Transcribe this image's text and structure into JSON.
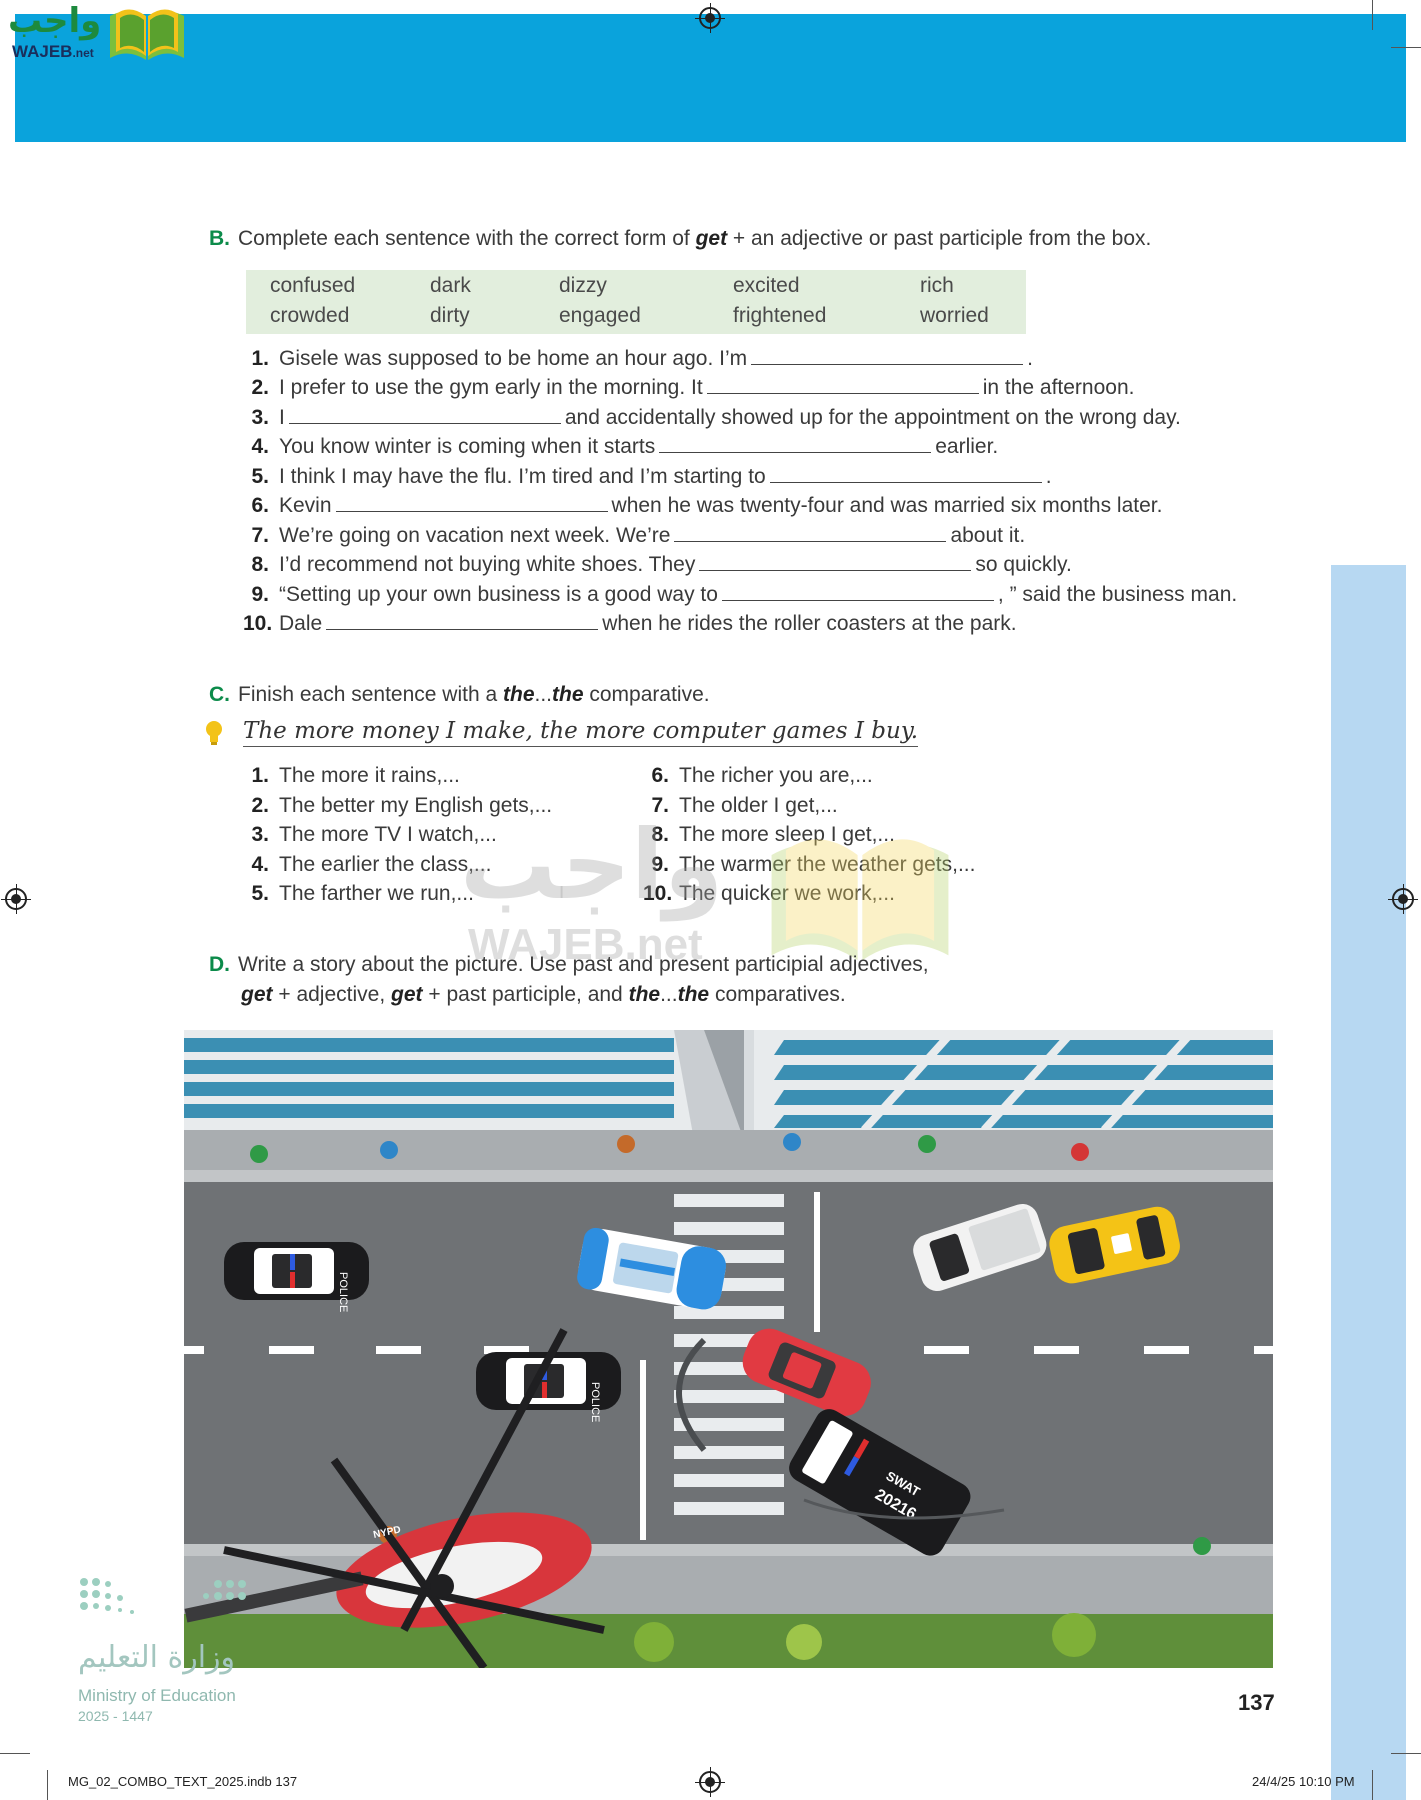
{
  "header": {
    "logo_arabic": "واجب",
    "logo_latin": "WAJEB",
    "logo_suffix": ".net"
  },
  "exercise_b": {
    "letter": "B.",
    "instruction_pre": "Complete each sentence with the correct form of",
    "instruction_kw": "get",
    "instruction_post": "+ an adjective or past participle from the box.",
    "words": [
      "confused",
      "crowded",
      "dark",
      "dirty",
      "dizzy",
      "engaged",
      "excited",
      "frightened",
      "rich",
      "worried"
    ],
    "items": [
      {
        "n": "1.",
        "a": "Gisele was supposed to be home an hour ago. I’m",
        "b": "."
      },
      {
        "n": "2.",
        "a": "I prefer to use the gym early in the morning. It",
        "b": "in the afternoon."
      },
      {
        "n": "3.",
        "a": "I",
        "b": "and accidentally showed up for the appointment on the wrong day."
      },
      {
        "n": "4.",
        "a": "You know winter is coming when it starts",
        "b": "earlier."
      },
      {
        "n": "5.",
        "a": "I think I may have the flu. I’m tired and I’m starting to",
        "b": "."
      },
      {
        "n": "6.",
        "a": "Kevin",
        "b": "when he was twenty-four and was married six months later."
      },
      {
        "n": "7.",
        "a": "We’re going on vacation next week. We’re",
        "b": "about it."
      },
      {
        "n": "8.",
        "a": "I’d recommend not buying white shoes. They",
        "b": "so quickly."
      },
      {
        "n": "9.",
        "a": "“Setting up your own business is a good way to",
        "b": ", ” said the business man."
      },
      {
        "n": "10.",
        "a": "Dale",
        "b": "when he rides the roller coasters at the park."
      }
    ]
  },
  "exercise_c": {
    "letter": "C.",
    "instruction_pre": "Finish each sentence with a",
    "kw1": "the",
    "ellipsis": "...",
    "kw2": "the",
    "instruction_post": "comparative.",
    "example": "The more money I make, the more computer games I buy.",
    "left": [
      {
        "n": "1.",
        "t": "The more it rains,..."
      },
      {
        "n": "2.",
        "t": "The better my English gets,..."
      },
      {
        "n": "3.",
        "t": "The more TV I watch,..."
      },
      {
        "n": "4.",
        "t": "The earlier the class,..."
      },
      {
        "n": "5.",
        "t": "The farther we run,..."
      }
    ],
    "right": [
      {
        "n": "6.",
        "t": "The richer you are,..."
      },
      {
        "n": "7.",
        "t": "The older I get,..."
      },
      {
        "n": "8.",
        "t": "The more sleep I get,..."
      },
      {
        "n": "9.",
        "t": "The warmer the weather gets,..."
      },
      {
        "n": "10.",
        "t": "The quicker we work,..."
      }
    ]
  },
  "exercise_d": {
    "letter": "D.",
    "line1": "Write a story about the picture. Use past and present participial adjectives,",
    "kw_get1": "get",
    "seg1": "+ adjective,",
    "kw_get2": "get",
    "seg2": "+ past participle, and",
    "kw_the1": "the",
    "dots": "...",
    "kw_the2": "the",
    "seg3": "comparatives."
  },
  "picture": {
    "police_label": "POLICE",
    "swat_label": "SWAT",
    "swat_number": "20216",
    "heli_label": "NYPD"
  },
  "watermark": {
    "arabic": "واجب",
    "latin": "WAJEB.net"
  },
  "ministry": {
    "arabic": "وزارة التعليم",
    "english": "Ministry of Education",
    "year": "2025 - 1447"
  },
  "page_number": "137",
  "footer": {
    "file": "MG_02_COMBO_TEXT_2025.indb   137",
    "date": "24/4/25   10:10 PM"
  },
  "colors": {
    "top_band": "#0aa3dc",
    "side_band": "#b7d8f2",
    "accent_green": "#0c8b4a",
    "word_box": "#e2eedd"
  }
}
